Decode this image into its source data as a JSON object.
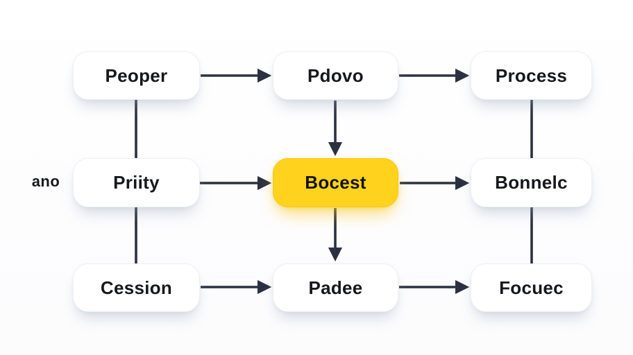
{
  "diagram": {
    "side_label": "ano",
    "nodes": [
      {
        "id": "peoper",
        "label": "Peoper",
        "row": 1,
        "col": 1,
        "highlight": false
      },
      {
        "id": "pdovo",
        "label": "Pdovo",
        "row": 1,
        "col": 2,
        "highlight": false
      },
      {
        "id": "process",
        "label": "Process",
        "row": 1,
        "col": 3,
        "highlight": false
      },
      {
        "id": "priity",
        "label": "Priity",
        "row": 2,
        "col": 1,
        "highlight": false
      },
      {
        "id": "bocest",
        "label": "Bocest",
        "row": 2,
        "col": 2,
        "highlight": true
      },
      {
        "id": "bonnelc",
        "label": "Bonnelc",
        "row": 2,
        "col": 3,
        "highlight": false
      },
      {
        "id": "cession",
        "label": "Cession",
        "row": 3,
        "col": 1,
        "highlight": false
      },
      {
        "id": "padee",
        "label": "Padee",
        "row": 3,
        "col": 2,
        "highlight": false
      },
      {
        "id": "focuec",
        "label": "Focuec",
        "row": 3,
        "col": 3,
        "highlight": false
      }
    ],
    "edges": [
      {
        "from": "peoper",
        "to": "pdovo",
        "arrowhead": true
      },
      {
        "from": "pdovo",
        "to": "process",
        "arrowhead": true
      },
      {
        "from": "priity",
        "to": "bocest",
        "arrowhead": true
      },
      {
        "from": "bocest",
        "to": "bonnelc",
        "arrowhead": true
      },
      {
        "from": "cession",
        "to": "padee",
        "arrowhead": true
      },
      {
        "from": "padee",
        "to": "focuec",
        "arrowhead": true
      },
      {
        "from": "pdovo",
        "to": "bocest",
        "arrowhead": true
      },
      {
        "from": "bocest",
        "to": "padee",
        "arrowhead": true
      },
      {
        "from": "peoper",
        "to": "priity",
        "arrowhead": false
      },
      {
        "from": "priity",
        "to": "cession",
        "arrowhead": false
      },
      {
        "from": "process",
        "to": "bonnelc",
        "arrowhead": false
      },
      {
        "from": "bonnelc",
        "to": "focuec",
        "arrowhead": false
      }
    ],
    "colors": {
      "highlight_fill": "#FFD21E",
      "line": "#2B3140",
      "text": "#16181D",
      "box_background": "#FFFFFF",
      "box_border": "#EDEFF3",
      "page_background": "#FEFEFE"
    }
  }
}
